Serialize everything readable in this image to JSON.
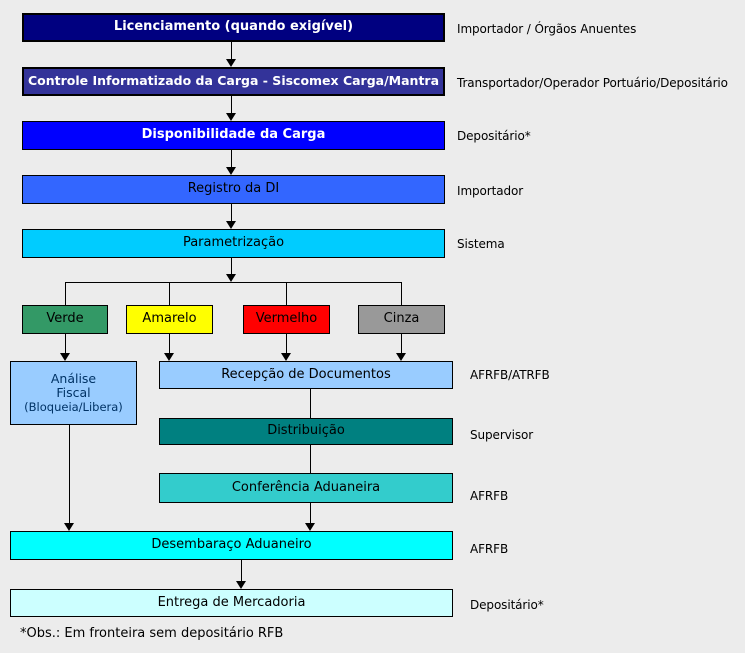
{
  "diagram": {
    "background": "#ECECEC",
    "footnote": "*Obs.: Em fronteira sem depositário RFB",
    "main_flow": [
      {
        "label": "Licenciamento (quando exigível)",
        "actor": "Importador / Órgãos Anuentes",
        "bg": "#000080",
        "fg": "#FFFFFF"
      },
      {
        "label": "Controle Informatizado da Carga - Siscomex Carga/Mantra",
        "actor": "Transportador/Operador Portuário/Depositário",
        "bg": "#333399",
        "fg": "#FFFFFF"
      },
      {
        "label": "Disponibilidade da Carga",
        "actor": "Depositário*",
        "bg": "#0000FF",
        "fg": "#FFFFFF"
      },
      {
        "label": "Registro da DI",
        "actor": "Importador",
        "bg": "#3366FF",
        "fg": "#000000"
      },
      {
        "label": "Parametrização",
        "actor": "Sistema",
        "bg": "#00CCFF",
        "fg": "#000000"
      }
    ],
    "channels": [
      {
        "label": "Verde",
        "bg": "#339966",
        "fg": "#000000"
      },
      {
        "label": "Amarelo",
        "bg": "#FFFF00",
        "fg": "#000000"
      },
      {
        "label": "Vermelho",
        "bg": "#FF0000",
        "fg": "#000000"
      },
      {
        "label": "Cinza",
        "bg": "#999999",
        "fg": "#000000"
      }
    ],
    "fiscal_analysis": {
      "lines": [
        "Análise",
        "Fiscal",
        "(Bloqueia/Libera)"
      ],
      "bg": "#99CCFF",
      "fg": "#003366"
    },
    "document_flow": [
      {
        "label": "Recepção de Documentos",
        "actor": "AFRFB/ATRFB",
        "bg": "#99CCFF",
        "fg": "#000000"
      },
      {
        "label": "Distribuição",
        "actor": "Supervisor",
        "bg": "#008080",
        "fg": "#000000"
      },
      {
        "label": "Conferência Aduaneira",
        "actor": "AFRFB",
        "bg": "#33CCCC",
        "fg": "#000000"
      }
    ],
    "final_flow": [
      {
        "label": "Desembaraço Aduaneiro",
        "actor": "AFRFB",
        "bg": "#00FFFF",
        "fg": "#000000"
      },
      {
        "label": "Entrega de Mercadoria",
        "actor": "Depositário*",
        "bg": "#CCFFFF",
        "fg": "#000000"
      }
    ]
  }
}
